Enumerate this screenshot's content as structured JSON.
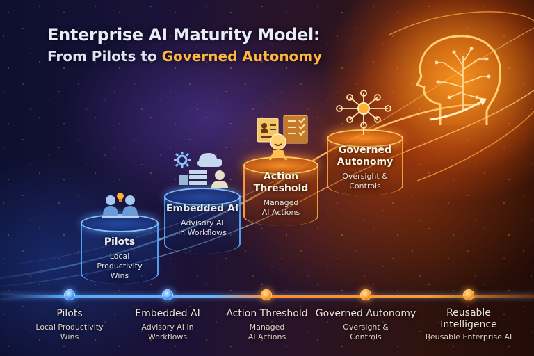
{
  "title": {
    "line1": "Enterprise AI Maturity Model:",
    "line2_prefix": "From Pilots to ",
    "line2_highlight": "Governed Autonomy"
  },
  "colors": {
    "blue_accent": "#5aa8ff",
    "orange_accent": "#ff9a30",
    "title_highlight": "#ffb540",
    "text_light": "#e6e8f2"
  },
  "stages": [
    {
      "name": "Pilots",
      "description": "Local Productivity Wins",
      "icon": "people-lightbulb-icon",
      "theme": "blue"
    },
    {
      "name": "Embedded AI",
      "description": "Advisory AI in Workflows",
      "icon": "cloud-server-user-icon",
      "theme": "blue"
    },
    {
      "name": "Action Threshold",
      "description": "Managed AI Actions",
      "icon": "robot-checklist-icon",
      "theme": "orange"
    },
    {
      "name": "Governed Autonomy",
      "description": "Oversight & Controls",
      "icon": "network-hub-icon",
      "theme": "orange"
    },
    {
      "name": "Reusable Intelligence",
      "description": "",
      "icon": "ai-head-circuit-icon",
      "theme": "orange"
    }
  ],
  "stage_labels": {
    "pilots": {
      "name": "Pilots",
      "desc_line1": "Local",
      "desc_line2": "Productivity",
      "desc_line3": "Wins"
    },
    "embedded": {
      "name": "Embedded AI",
      "desc_line1": "Advisory AI",
      "desc_line2": "in Workflows"
    },
    "action": {
      "name_line1": "Action",
      "name_line2": "Threshold",
      "desc_line1": "Managed",
      "desc_line2": "AI Actions"
    },
    "governed": {
      "name_line1": "Governed",
      "name_line2": "Autonomy",
      "desc_line1": "Oversight &",
      "desc_line2": "Controls"
    }
  },
  "timeline": [
    {
      "name": "Pilots",
      "desc_line1": "Local Productivity",
      "desc_line2": "Wins",
      "color": "blue"
    },
    {
      "name": "Embedded AI",
      "desc_line1": "Advisory AI in",
      "desc_line2": "Workflows",
      "color": "blue"
    },
    {
      "name": "Action Threshold",
      "desc_line1": "Managed",
      "desc_line2": "AI Actions",
      "color": "orange"
    },
    {
      "name": "Governed Autonomy",
      "desc_line1": "Oversight &",
      "desc_line2": "Controls",
      "color": "orange"
    },
    {
      "name_line1": "Reusable",
      "name_line2": "Intelligence",
      "desc_line1": "Reusable Enterprise AI",
      "color": "orange"
    }
  ]
}
